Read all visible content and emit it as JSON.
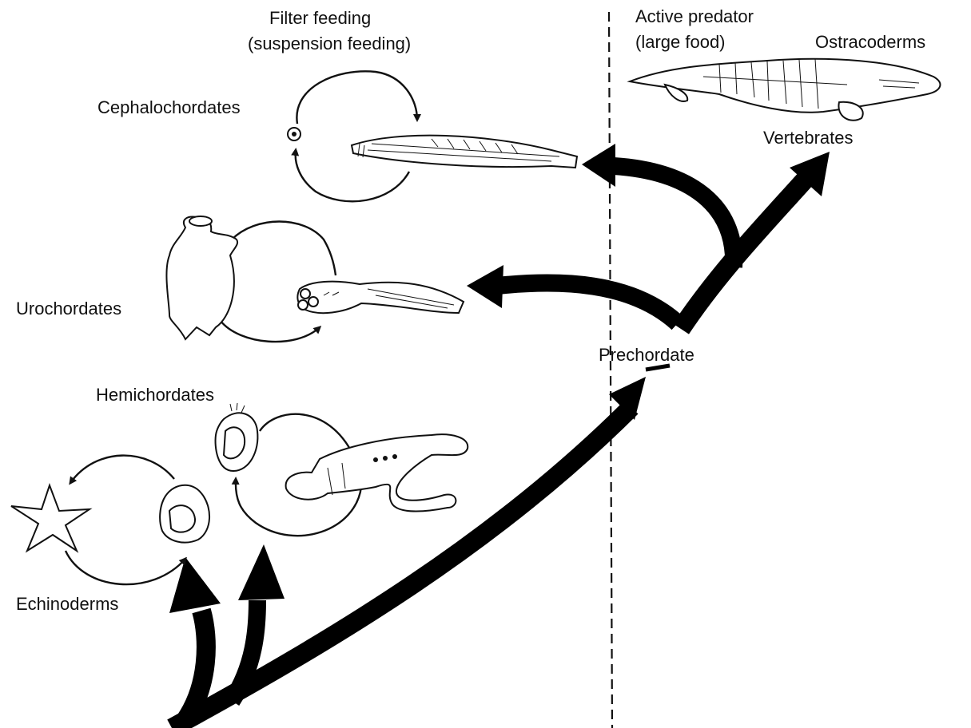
{
  "regions": {
    "filter_feeding": {
      "line1": "Filter feeding",
      "line2": "(suspension feeding)"
    },
    "active_predator": {
      "line1": "Active predator",
      "line2": "(large food)"
    }
  },
  "taxa": {
    "ostracoderms": "Ostracoderms",
    "vertebrates": "Vertebrates",
    "cephalochordates": "Cephalochordates",
    "urochordates": "Urochordates",
    "prechordate": "Prechordate",
    "hemichordates": "Hemichordates",
    "echinoderms": "Echinoderms"
  },
  "colors": {
    "ink": "#111111",
    "background": "#ffffff"
  },
  "icons": [
    "ostracoderm-fish-icon",
    "amphioxus-icon",
    "tunicate-adult-icon",
    "tadpole-larva-icon",
    "acorn-worm-icon",
    "tornaria-larva-icon",
    "starfish-icon",
    "echinoderm-larva-icon",
    "egg-icon"
  ]
}
